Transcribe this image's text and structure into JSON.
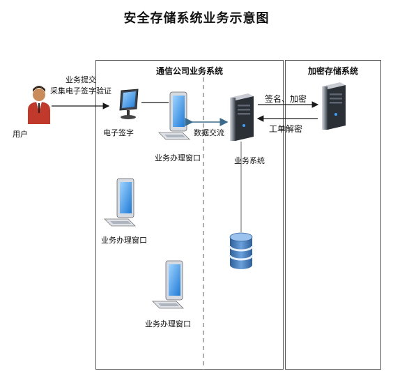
{
  "title": "安全存储系统业务示意图",
  "boxes": {
    "telecom": "通信公司业务系统",
    "encrypt": "加密存储系统"
  },
  "nodes": {
    "user": "用户",
    "esign": "电子签字",
    "window1": "业务办理窗口",
    "window2": "业务办理窗口",
    "window3": "业务办理窗口",
    "biz_system": "业务系统"
  },
  "edges": {
    "submit_line1": "业务提交",
    "submit_line2": "采集电子签字验证",
    "data_exchange": "数据交流",
    "sign_encrypt": "签名、加密",
    "ticket_decrypt": "工单解密"
  },
  "colors": {
    "arrow": "#1a1a1a",
    "exchange_arrow": "#3a6b8c",
    "monitor_blue": "#2a8fe0",
    "server_dark": "#2b2f36",
    "db_blue": "#3d78b8"
  }
}
